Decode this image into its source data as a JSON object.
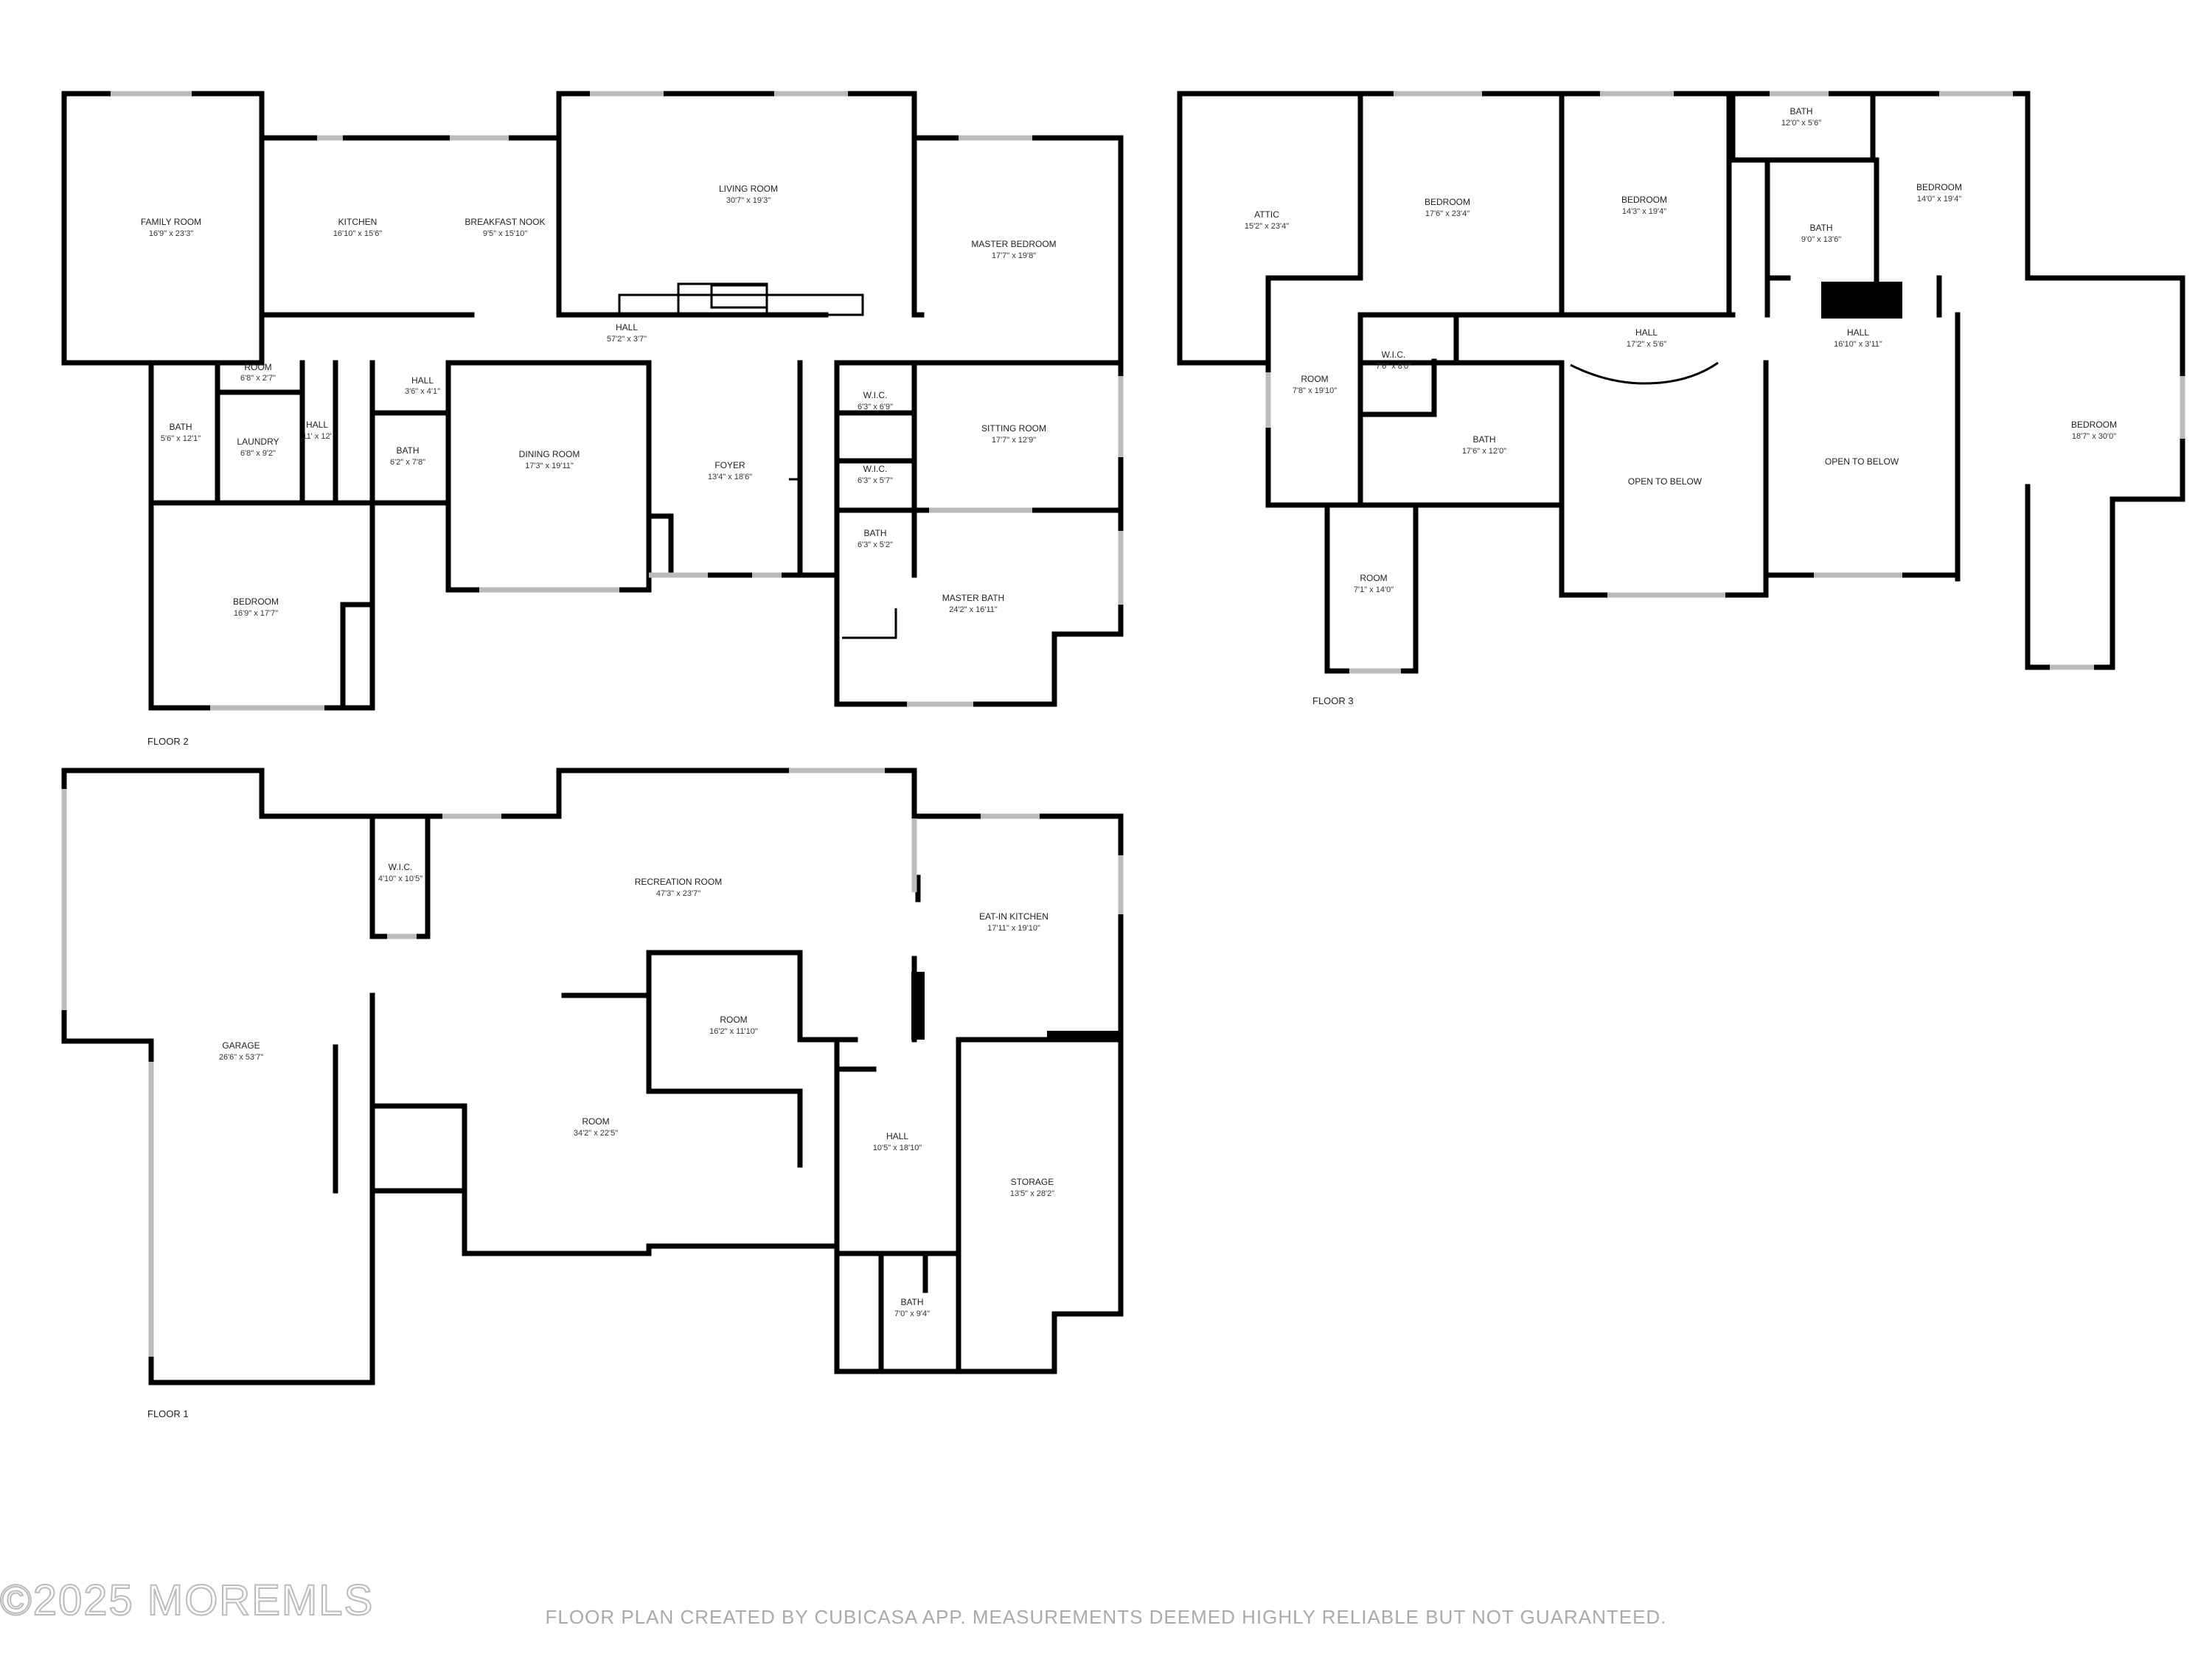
{
  "floors": [
    {
      "id": "floor2",
      "label": "FLOOR 2",
      "rooms": [
        {
          "name": "FAMILY ROOM",
          "dim": "16'9\" x 23'3\""
        },
        {
          "name": "KITCHEN",
          "dim": "16'10\" x 15'6\""
        },
        {
          "name": "BREAKFAST NOOK",
          "dim": "9'5\" x 15'10\""
        },
        {
          "name": "LIVING ROOM",
          "dim": "30'7\" x 19'3\""
        },
        {
          "name": "MASTER BEDROOM",
          "dim": "17'7\" x 19'8\""
        },
        {
          "name": "HALL",
          "dim": "57'2\" x 3'7\""
        },
        {
          "name": "ROOM",
          "dim": "6'8\" x 2'7\""
        },
        {
          "name": "HALL",
          "dim": "3'6\" x 4'1\""
        },
        {
          "name": "BATH",
          "dim": "5'6\" x 12'1\""
        },
        {
          "name": "LAUNDRY",
          "dim": "6'8\" x 9'2\""
        },
        {
          "name": "HALL",
          "dim": "11' x 12'"
        },
        {
          "name": "BATH",
          "dim": "6'2\" x 7'8\""
        },
        {
          "name": "DINING ROOM",
          "dim": "17'3\" x 19'11\""
        },
        {
          "name": "FOYER",
          "dim": "13'4\" x 18'6\""
        },
        {
          "name": "W.I.C.",
          "dim": "6'3\" x 6'9\""
        },
        {
          "name": "SITTING ROOM",
          "dim": "17'7\" x 12'9\""
        },
        {
          "name": "W.I.C.",
          "dim": "6'3\" x 5'7\""
        },
        {
          "name": "BATH",
          "dim": "6'3\" x 5'2\""
        },
        {
          "name": "MASTER BATH",
          "dim": "24'2\" x 16'11\""
        },
        {
          "name": "BEDROOM",
          "dim": "16'9\" x 17'7\""
        }
      ]
    },
    {
      "id": "floor3",
      "label": "FLOOR 3",
      "rooms": [
        {
          "name": "ATTIC",
          "dim": "15'2\" x 23'4\""
        },
        {
          "name": "BEDROOM",
          "dim": "17'6\" x 23'4\""
        },
        {
          "name": "BEDROOM",
          "dim": "14'3\" x 19'4\""
        },
        {
          "name": "BATH",
          "dim": "12'0\" x 5'6\""
        },
        {
          "name": "BATH",
          "dim": "9'0\" x 13'6\""
        },
        {
          "name": "BEDROOM",
          "dim": "14'0\" x 19'4\""
        },
        {
          "name": "ROOM",
          "dim": "7'8\" x 19'10\""
        },
        {
          "name": "W.I.C.",
          "dim": "7'6\" x 8'0\""
        },
        {
          "name": "HALL",
          "dim": "17'2\" x 5'6\""
        },
        {
          "name": "HALL",
          "dim": "16'10\" x 3'11\""
        },
        {
          "name": "BATH",
          "dim": "17'6\" x 12'0\""
        },
        {
          "name": "OPEN TO BELOW",
          "dim": ""
        },
        {
          "name": "OPEN TO BELOW",
          "dim": ""
        },
        {
          "name": "BEDROOM",
          "dim": "18'7\" x 30'0\""
        },
        {
          "name": "ROOM",
          "dim": "7'1\" x 14'0\""
        }
      ]
    },
    {
      "id": "floor1",
      "label": "FLOOR 1",
      "rooms": [
        {
          "name": "W.I.C.",
          "dim": "4'10\" x 10'5\""
        },
        {
          "name": "RECREATION ROOM",
          "dim": "47'3\" x 23'7\""
        },
        {
          "name": "EAT-IN KITCHEN",
          "dim": "17'11\" x 19'10\""
        },
        {
          "name": "GARAGE",
          "dim": "26'6\" x 53'7\""
        },
        {
          "name": "ROOM",
          "dim": "16'2\" x 11'10\""
        },
        {
          "name": "ROOM",
          "dim": "34'2\" x 22'5\""
        },
        {
          "name": "HALL",
          "dim": "10'5\" x 18'10\""
        },
        {
          "name": "STORAGE",
          "dim": "13'5\" x 28'2\""
        },
        {
          "name": "BATH",
          "dim": "7'0\" x 9'4\""
        }
      ]
    }
  ],
  "watermark": "©2025 MOREMLS",
  "disclaimer": "FLOOR PLAN CREATED BY CUBICASA APP. MEASUREMENTS DEEMED HIGHLY RELIABLE BUT NOT GUARANTEED."
}
